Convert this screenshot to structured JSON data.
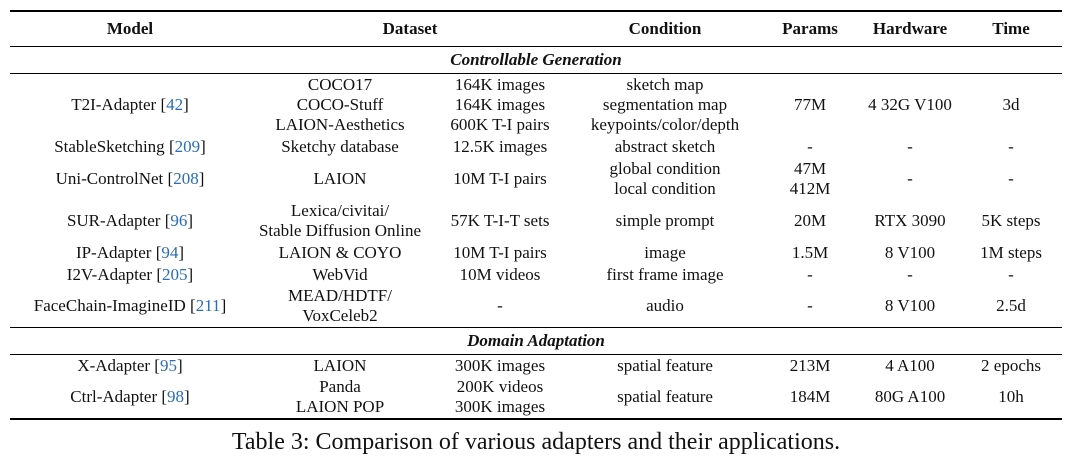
{
  "headers": [
    "Model",
    "Dataset",
    "Condition",
    "Params",
    "Hardware",
    "Time"
  ],
  "sections": [
    {
      "title": "Controllable Generation",
      "rows": [
        {
          "model": "T2I-Adapter",
          "ref": "42",
          "dataset": [
            "COCO17",
            "COCO-Stuff",
            "LAION-Aesthetics"
          ],
          "size": [
            "164K images",
            "164K images",
            "600K T-I pairs"
          ],
          "condition": [
            "sketch map",
            "segmentation map",
            "keypoints/color/depth"
          ],
          "params": [
            "77M"
          ],
          "hardware": "4 32G V100",
          "time": "3d"
        },
        {
          "model": "StableSketching",
          "ref": "209",
          "dataset": [
            "Sketchy database"
          ],
          "size": [
            "12.5K images"
          ],
          "condition": [
            "abstract sketch"
          ],
          "params": [
            "-"
          ],
          "hardware": "-",
          "time": "-"
        },
        {
          "model": "Uni-ControlNet",
          "ref": "208",
          "dataset": [
            "LAION"
          ],
          "size": [
            "10M T-I pairs"
          ],
          "condition": [
            "global condition",
            "local condition"
          ],
          "params": [
            "47M",
            "412M"
          ],
          "hardware": "-",
          "time": "-"
        },
        {
          "model": "SUR-Adapter",
          "ref": "96",
          "dataset": [
            "Lexica/civitai/",
            "Stable Diffusion Online"
          ],
          "size": [
            "57K T-I-T sets"
          ],
          "condition": [
            "simple prompt"
          ],
          "params": [
            "20M"
          ],
          "hardware": "RTX 3090",
          "time": "5K steps"
        },
        {
          "model": "IP-Adapter",
          "ref": "94",
          "dataset": [
            "LAION & COYO"
          ],
          "size": [
            "10M T-I pairs"
          ],
          "condition": [
            "image"
          ],
          "params": [
            "1.5M"
          ],
          "hardware": "8 V100",
          "time": "1M steps"
        },
        {
          "model": "I2V-Adapter",
          "ref": "205",
          "dataset": [
            "WebVid"
          ],
          "size": [
            "10M videos"
          ],
          "condition": [
            "first frame image"
          ],
          "params": [
            "-"
          ],
          "hardware": "-",
          "time": "-"
        },
        {
          "model": "FaceChain-ImagineID",
          "ref": "211",
          "dataset": [
            "MEAD/HDTF/",
            "VoxCeleb2"
          ],
          "size": [
            "-"
          ],
          "condition": [
            "audio"
          ],
          "params": [
            "-"
          ],
          "hardware": "8 V100",
          "time": "2.5d"
        }
      ]
    },
    {
      "title": "Domain Adaptation",
      "rows": [
        {
          "model": "X-Adapter",
          "ref": "95",
          "dataset": [
            "LAION"
          ],
          "size": [
            "300K images"
          ],
          "condition": [
            "spatial feature"
          ],
          "params": [
            "213M"
          ],
          "hardware": "4 A100",
          "time": "2 epochs"
        },
        {
          "model": "Ctrl-Adapter",
          "ref": "98",
          "dataset": [
            "Panda",
            "LAION POP"
          ],
          "size": [
            "200K videos",
            "300K images"
          ],
          "condition": [
            "spatial feature"
          ],
          "params": [
            "184M"
          ],
          "hardware": "80G A100",
          "time": "10h"
        }
      ]
    }
  ],
  "caption": "Table 3: Comparison of various adapters and their applications."
}
